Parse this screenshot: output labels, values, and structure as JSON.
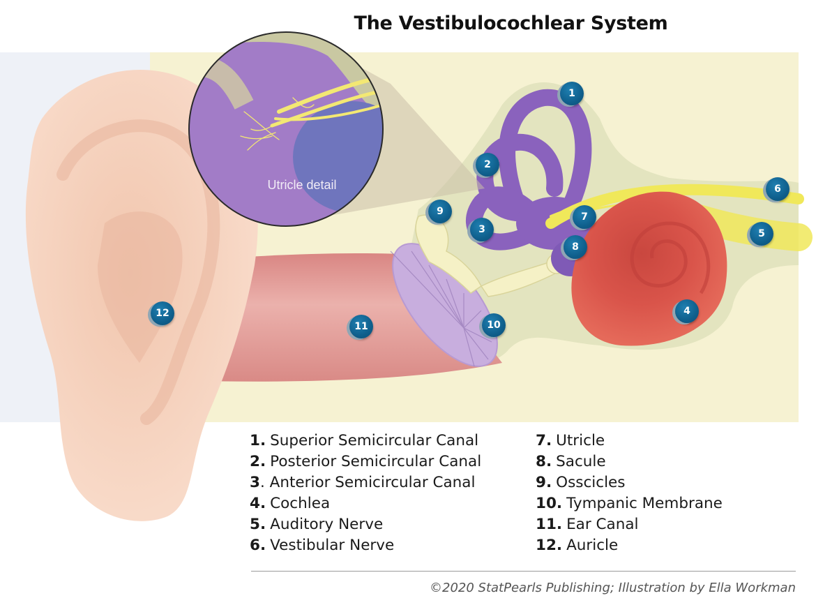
{
  "title": "The Vestibulocochlear System",
  "detail_caption": "Utricle detail",
  "markers": [
    {
      "label": "1",
      "name": "Superior Semicircular Canal"
    },
    {
      "label": "2",
      "name": "Posterior Semicircular Canal"
    },
    {
      "label": "3",
      "name": "Anterior Semicircular Canal"
    },
    {
      "label": "4",
      "name": "Cochlea"
    },
    {
      "label": "5",
      "name": "Auditory Nerve"
    },
    {
      "label": "6",
      "name": "Vestibular Nerve"
    },
    {
      "label": "7",
      "name": "Utricle"
    },
    {
      "label": "8",
      "name": "Sacule"
    },
    {
      "label": "9",
      "name": "Osscicles"
    },
    {
      "label": "10",
      "name": "Tympanic Membrane"
    },
    {
      "label": "11",
      "name": "Ear Canal"
    },
    {
      "label": "12",
      "name": "Auricle"
    }
  ],
  "legend_left": [
    {
      "num": "1.",
      "text": "Superior Semicircular Canal"
    },
    {
      "num": "2.",
      "text": "Posterior Semicircular Canal"
    },
    {
      "num": "3",
      "text": ". Anterior Semicircular Canal"
    },
    {
      "num": "4.",
      "text": "Cochlea"
    },
    {
      "num": "5.",
      "text": "Auditory Nerve"
    },
    {
      "num": "6.",
      "text": "Vestibular Nerve"
    }
  ],
  "legend_right": [
    {
      "num": "7.",
      "text": "Utricle"
    },
    {
      "num": "8.",
      "text": "Sacule"
    },
    {
      "num": "9.",
      "text": "Osscicles"
    },
    {
      "num": "10.",
      "text": "Tympanic Membrane"
    },
    {
      "num": "11.",
      "text": "Ear Canal"
    },
    {
      "num": "12.",
      "text": "Auricle"
    }
  ],
  "watermark": "©2020 STATPEARLS PUBLISHING",
  "credit": "©2020 StatPearls Publishing; Illustration by Ella Workman",
  "colors": {
    "bone": "#f6f2d2",
    "labyrinth": "#8a62bd",
    "cochlea": "#d9544a",
    "nerve": "#f0e85a",
    "membrane": "#c8aede",
    "canal": "#e6a4a0",
    "skin": "#f7d6c2",
    "marker": "#125f8e"
  }
}
